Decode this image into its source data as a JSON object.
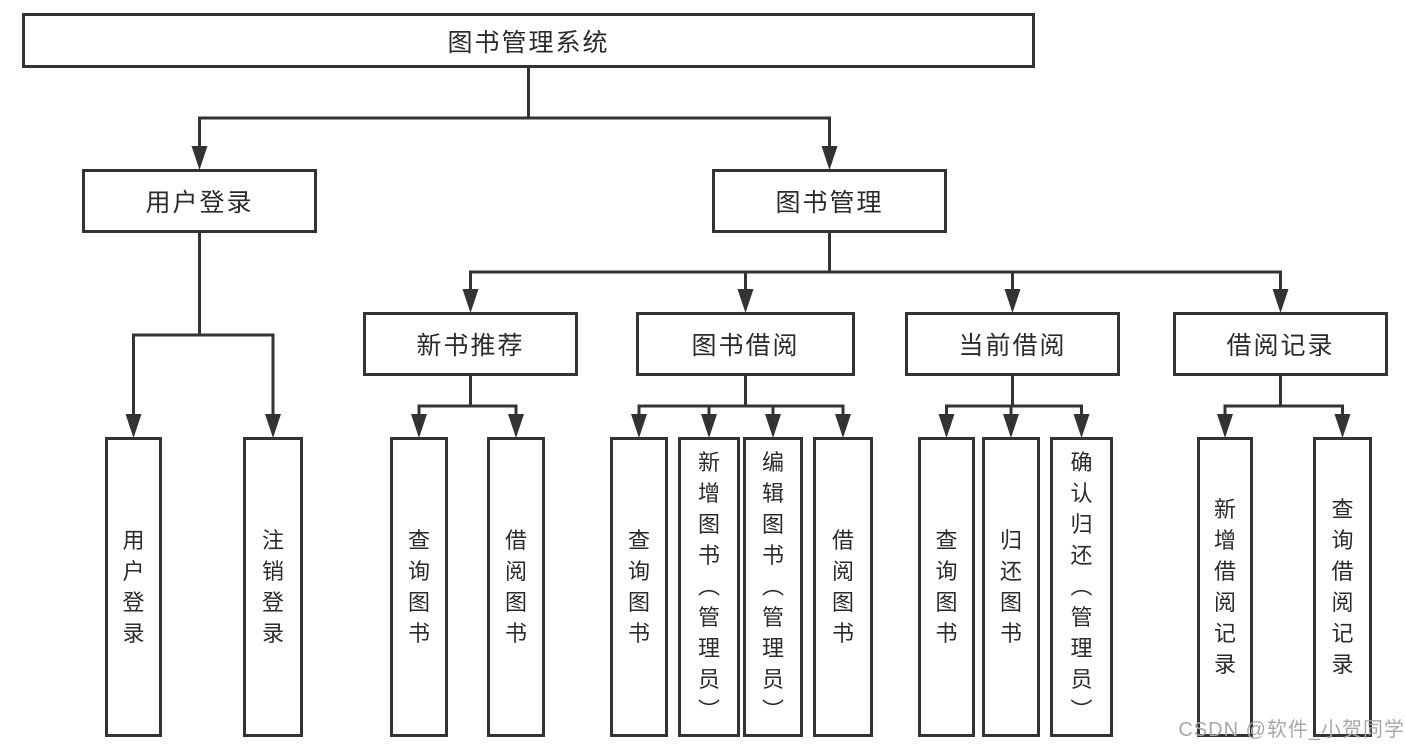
{
  "diagram": {
    "title": "图书管理系统",
    "nodes": [
      {
        "id": "system",
        "label": "图书管理系统",
        "parent": null,
        "orientation": "horizontal"
      },
      {
        "id": "user-login",
        "label": "用户登录",
        "parent": "system",
        "orientation": "horizontal"
      },
      {
        "id": "book-mgmt",
        "label": "图书管理",
        "parent": "system",
        "orientation": "horizontal"
      },
      {
        "id": "new-book-rec",
        "label": "新书推荐",
        "parent": "book-mgmt",
        "orientation": "horizontal"
      },
      {
        "id": "book-borrow",
        "label": "图书借阅",
        "parent": "book-mgmt",
        "orientation": "horizontal"
      },
      {
        "id": "current-borrow",
        "label": "当前借阅",
        "parent": "book-mgmt",
        "orientation": "horizontal"
      },
      {
        "id": "borrow-record",
        "label": "借阅记录",
        "parent": "book-mgmt",
        "orientation": "horizontal"
      },
      {
        "id": "leaf-user-login",
        "label": "用户登录",
        "parent": "user-login",
        "orientation": "vertical"
      },
      {
        "id": "leaf-logout",
        "label": "注销登录",
        "parent": "user-login",
        "orientation": "vertical"
      },
      {
        "id": "leaf-query-book-1",
        "label": "查询图书",
        "parent": "new-book-rec",
        "orientation": "vertical"
      },
      {
        "id": "leaf-borrow-book-1",
        "label": "借阅图书",
        "parent": "new-book-rec",
        "orientation": "vertical"
      },
      {
        "id": "leaf-query-book-2",
        "label": "查询图书",
        "parent": "book-borrow",
        "orientation": "vertical"
      },
      {
        "id": "leaf-add-book",
        "label": "新增图书（管理员）",
        "parent": "book-borrow",
        "orientation": "vertical"
      },
      {
        "id": "leaf-edit-book",
        "label": "编辑图书（管理员）",
        "parent": "book-borrow",
        "orientation": "vertical"
      },
      {
        "id": "leaf-borrow-book-2",
        "label": "借阅图书",
        "parent": "book-borrow",
        "orientation": "vertical"
      },
      {
        "id": "leaf-query-book-3",
        "label": "查询图书",
        "parent": "current-borrow",
        "orientation": "vertical"
      },
      {
        "id": "leaf-return-book",
        "label": "归还图书",
        "parent": "current-borrow",
        "orientation": "vertical"
      },
      {
        "id": "leaf-confirm-return",
        "label": "确认归还（管理员）",
        "parent": "current-borrow",
        "orientation": "vertical"
      },
      {
        "id": "leaf-add-borrow-record",
        "label": "新增借阅记录",
        "parent": "borrow-record",
        "orientation": "vertical"
      },
      {
        "id": "leaf-query-borrow-record",
        "label": "查询借阅记录",
        "parent": "borrow-record",
        "orientation": "vertical"
      }
    ]
  },
  "watermark": {
    "text": "CSDN @软件_小贺同学"
  },
  "colors": {
    "line": "#333333",
    "text": "#2b2b2b",
    "background": "#ffffff",
    "watermark": "#a8a8a8"
  }
}
